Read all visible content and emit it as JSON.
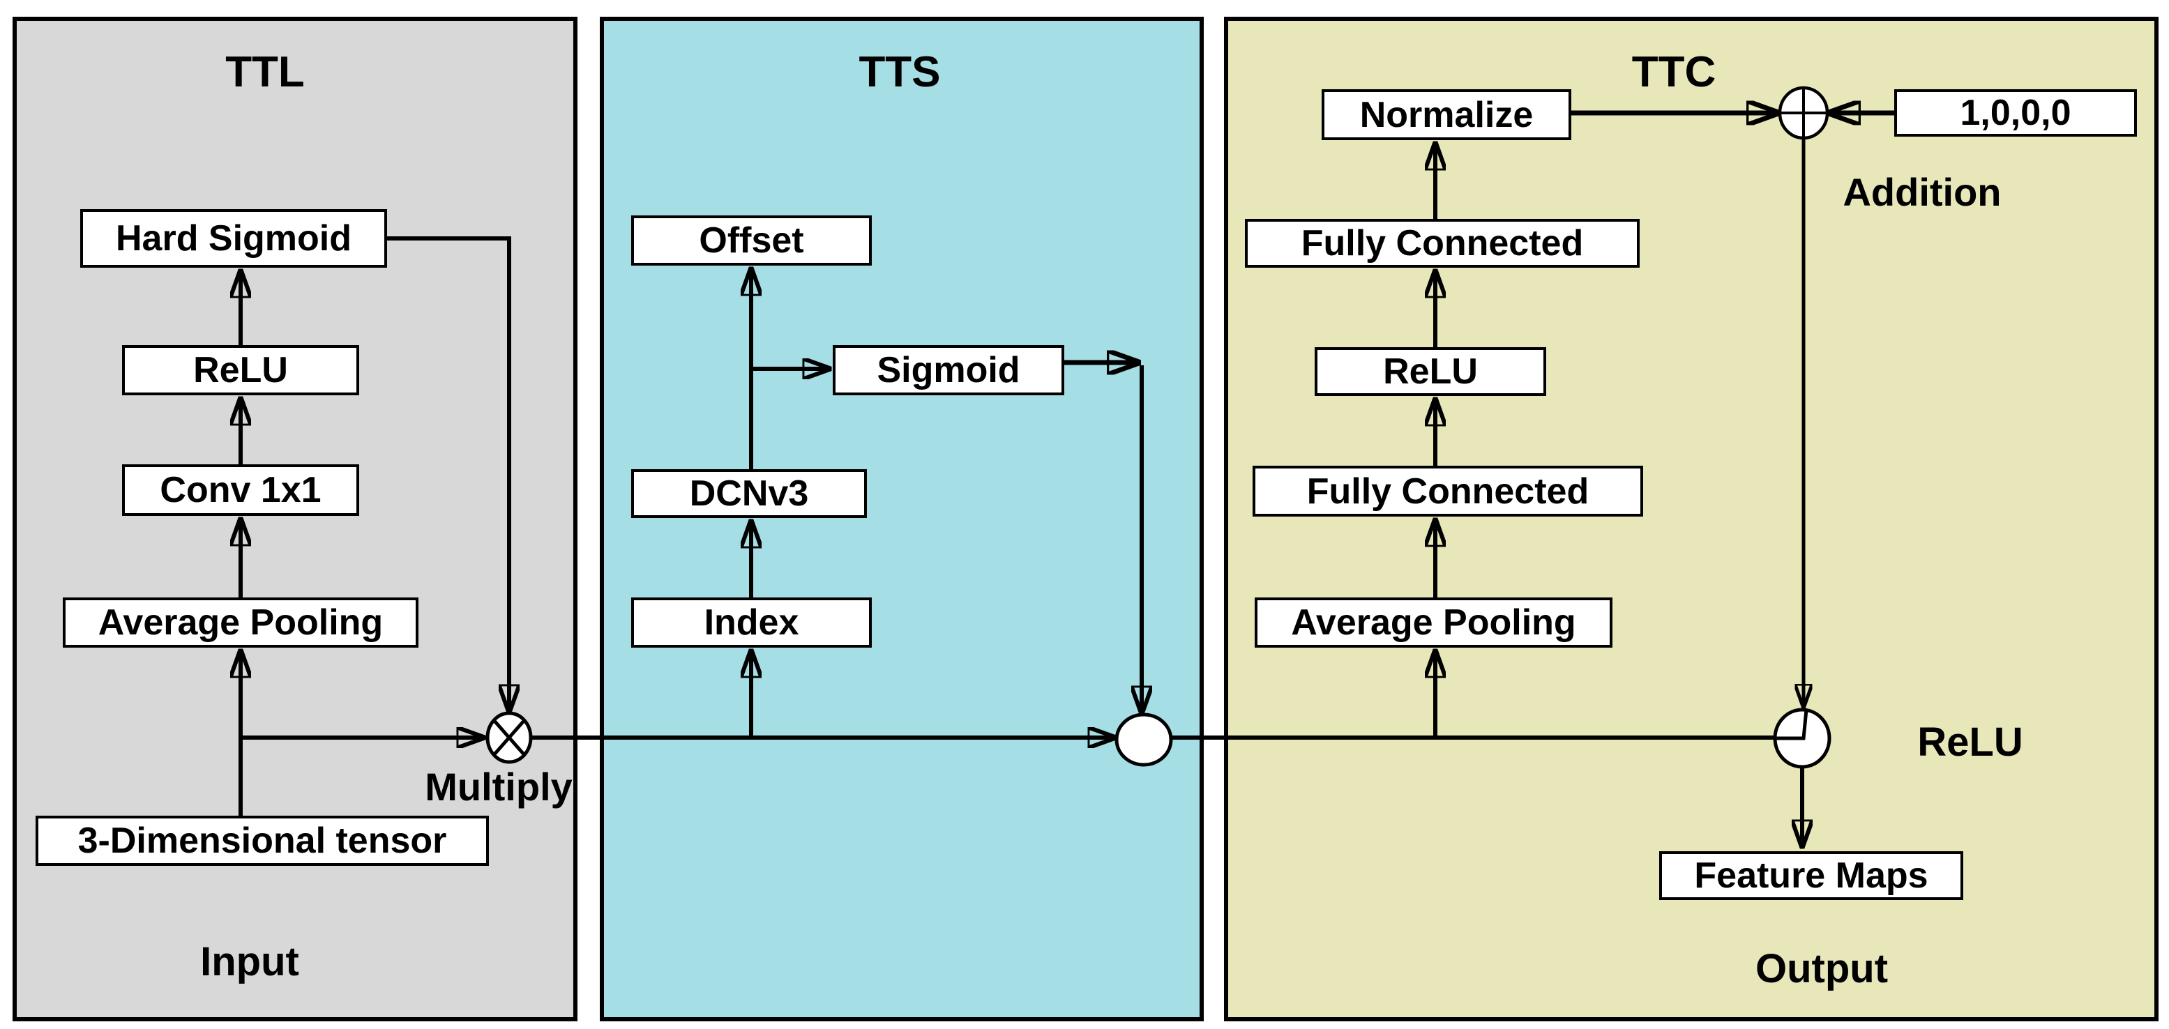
{
  "diagram": {
    "colors": {
      "ttl_bg": "#d8d8d8",
      "tts_bg": "#a6dee6",
      "ttc_bg": "#e7e7ba",
      "box_bg": "#ffffff",
      "line": "#000000"
    },
    "panels": {
      "ttl": {
        "title": "TTL",
        "caption": "Input",
        "nodes": {
          "hard_sigmoid": "Hard Sigmoid",
          "relu": "ReLU",
          "conv1x1": "Conv 1x1",
          "avg_pooling": "Average Pooling",
          "tensor": "3-Dimensional tensor"
        },
        "op_label": "Multiply"
      },
      "tts": {
        "title": "TTS",
        "nodes": {
          "offset": "Offset",
          "sigmoid": "Sigmoid",
          "dcnv3": "DCNv3",
          "index": "Index"
        }
      },
      "ttc": {
        "title": "TTC",
        "caption": "Output",
        "nodes": {
          "normalize": "Normalize",
          "fc_top": "Fully Connected",
          "relu": "ReLU",
          "fc_bottom": "Fully Connected",
          "avg_pooling": "Average Pooling",
          "constant": "1,0,0,0",
          "feature_maps": "Feature Maps"
        },
        "op_labels": {
          "addition": "Addition",
          "relu": "ReLU"
        }
      }
    }
  }
}
